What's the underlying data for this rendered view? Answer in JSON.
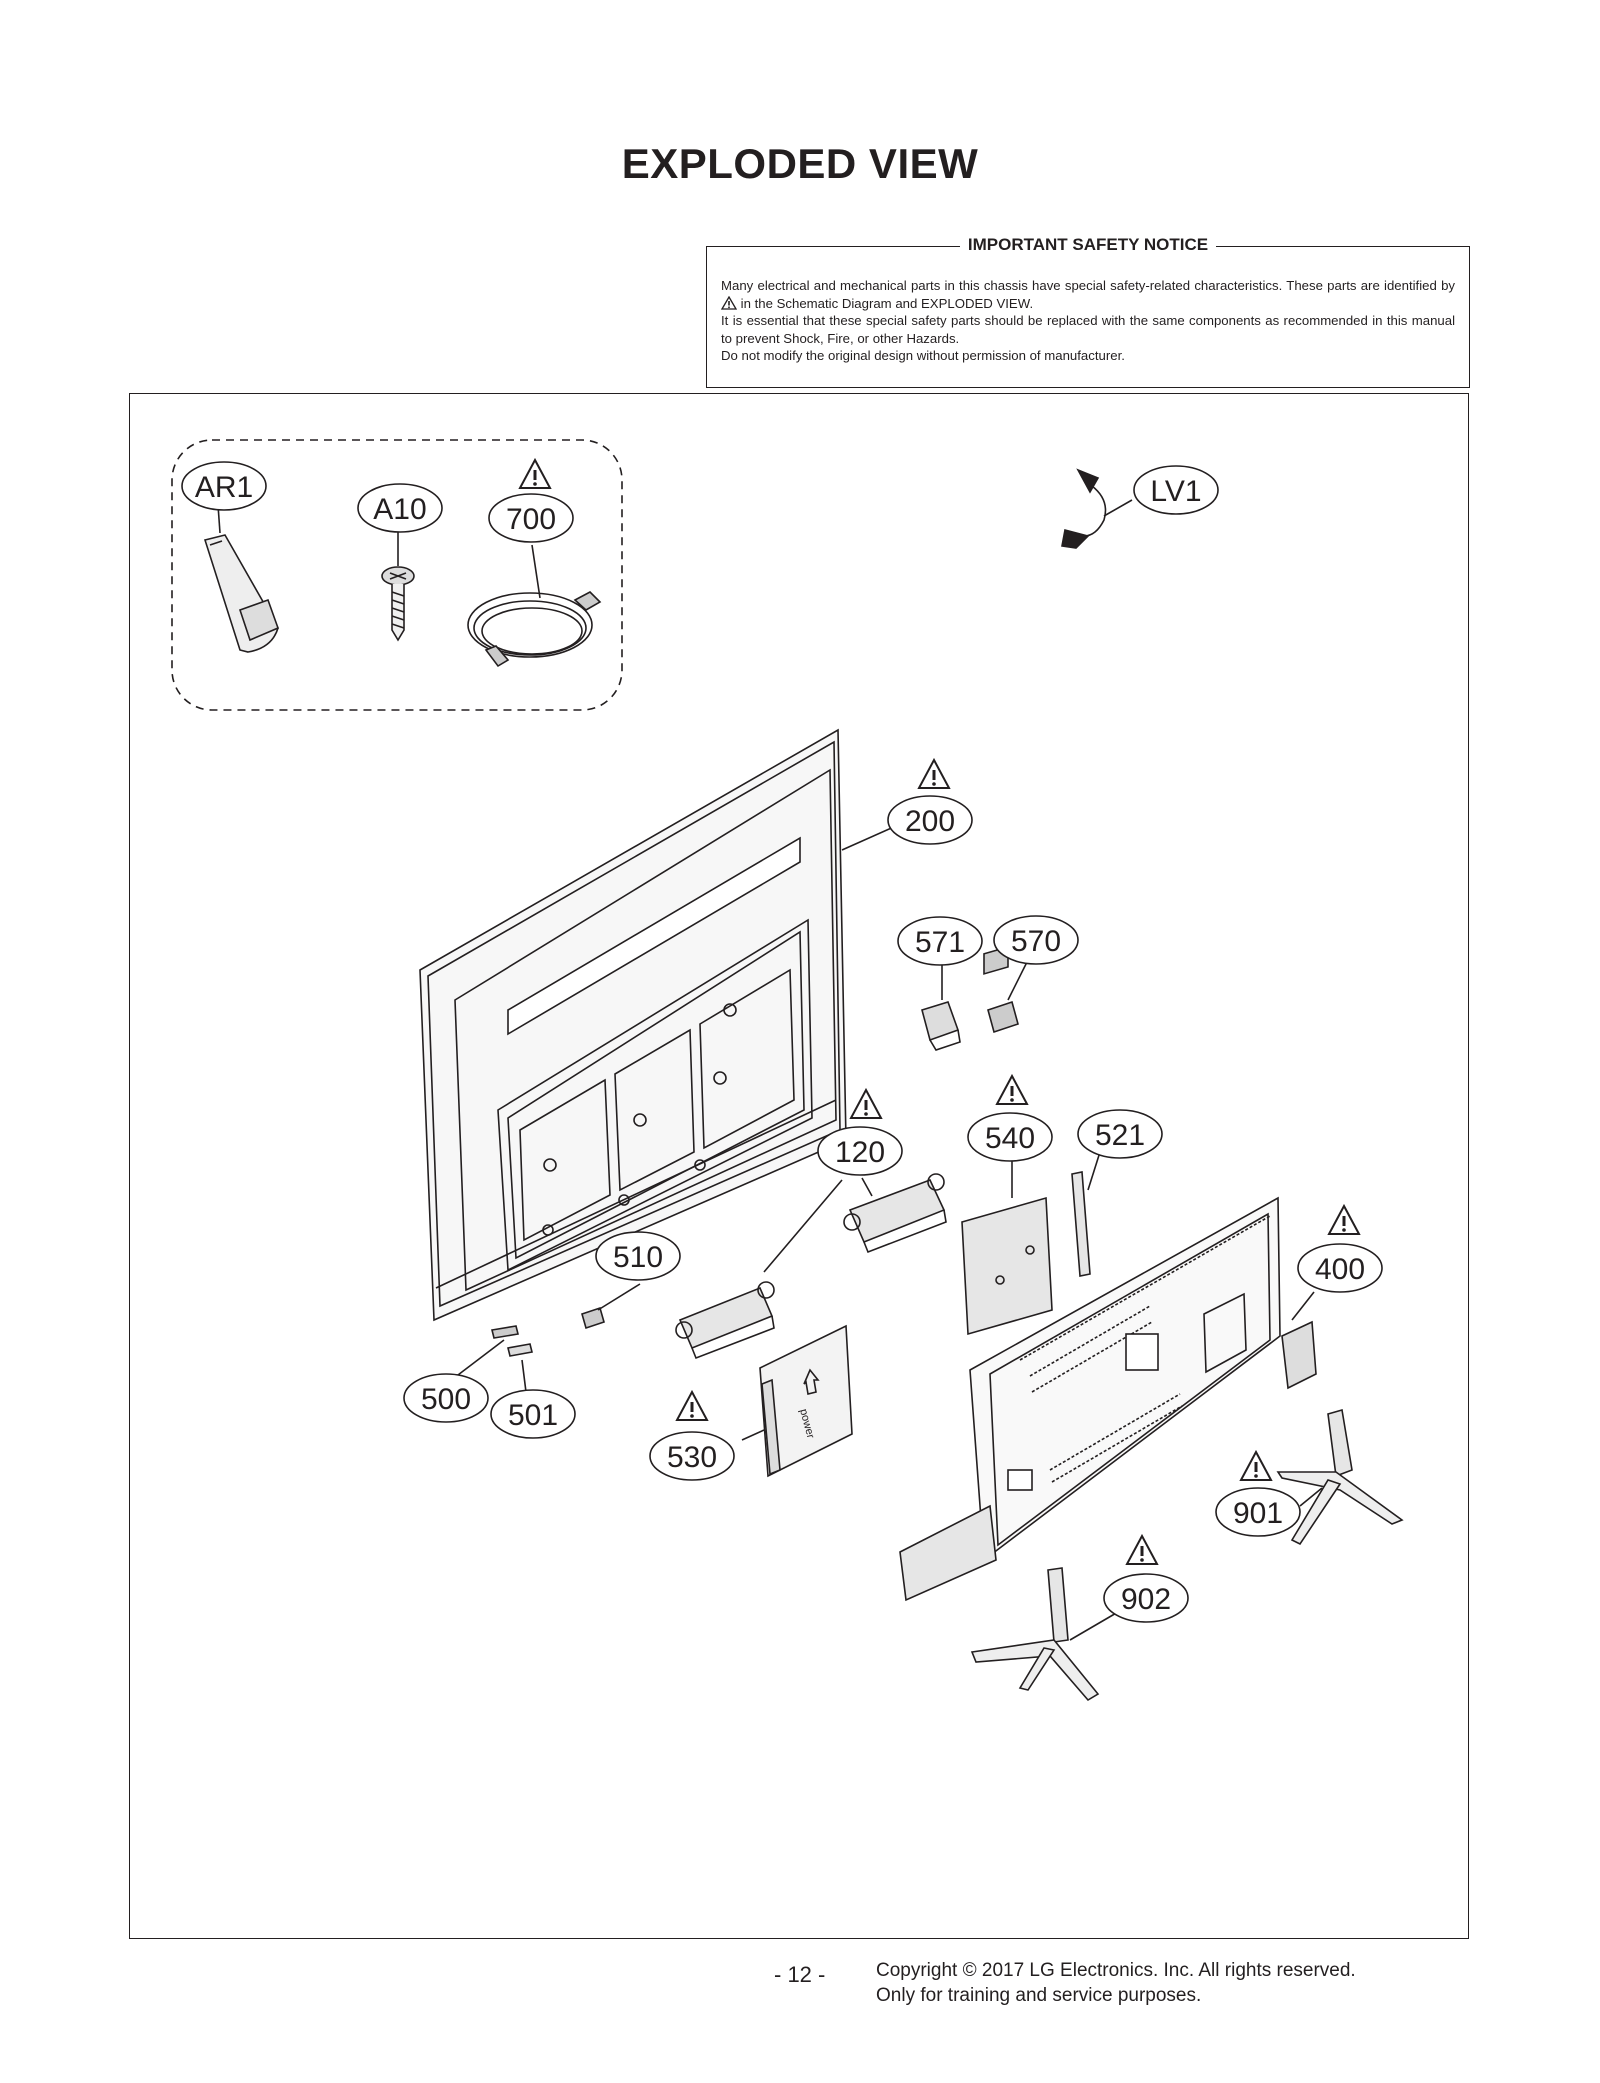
{
  "page": {
    "title": "EXPLODED VIEW",
    "page_number": "- 12 -",
    "copyright": "Copyright  © 2017 LG Electronics. Inc. All rights reserved.",
    "training": "Only for training and service purposes."
  },
  "notice": {
    "title": "IMPORTANT SAFETY NOTICE",
    "line1_pre": "Many electrical and mechanical parts in this chassis have special safety-related characteristics. These parts are identified by",
    "line1_post": "in the Schematic Diagram and EXPLODED VIEW.",
    "line2": "It is essential that these special safety parts should be replaced with the same components as recommended in this manual to prevent Shock, Fire, or other Hazards.",
    "line3": "Do not modify the original design without permission of manufacturer."
  },
  "parts": {
    "ar1": "AR1",
    "a10": "A10",
    "p700": "700",
    "lv1": "LV1",
    "p200": "200",
    "p571": "571",
    "p570": "570",
    "p120": "120",
    "p540": "540",
    "p521": "521",
    "p510": "510",
    "p400": "400",
    "p500": "500",
    "p501": "501",
    "p530": "530",
    "p901": "901",
    "p902": "902",
    "power_label": "power"
  },
  "colors": {
    "ink": "#231f20",
    "part_fill": "#e6e6e6",
    "part_dark": "#9a9a9a"
  }
}
